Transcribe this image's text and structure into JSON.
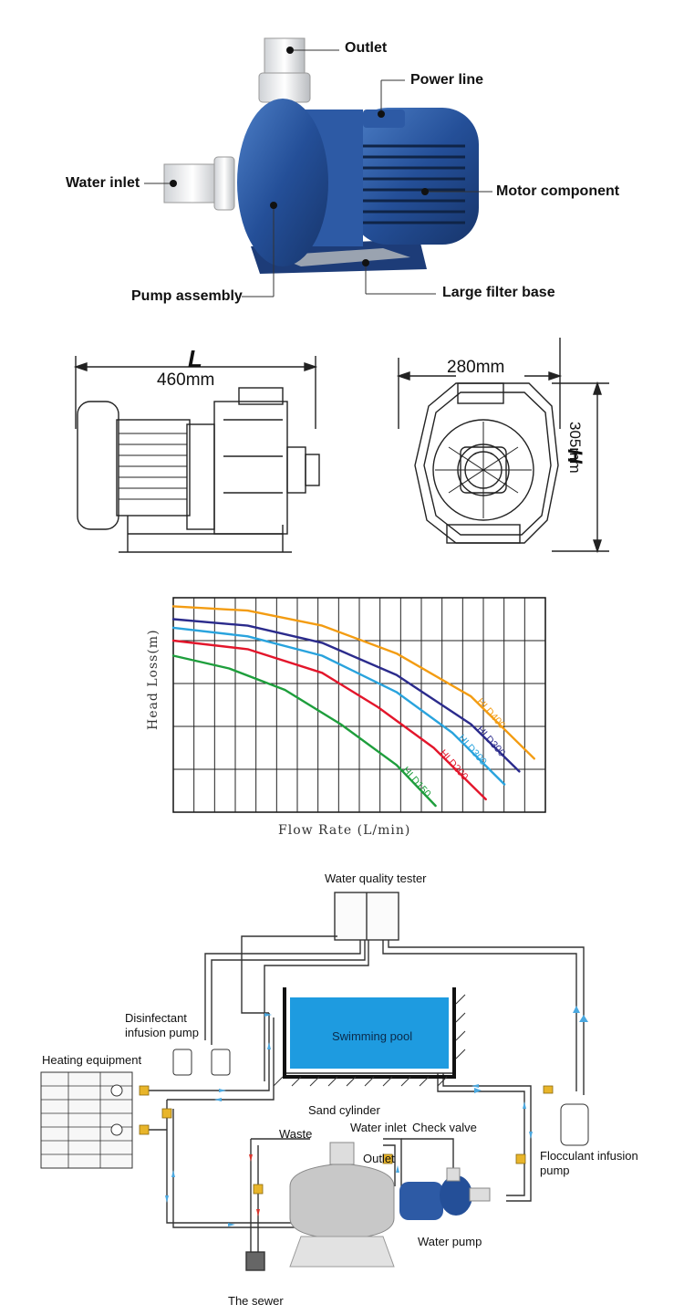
{
  "pump_photo": {
    "labels": {
      "outlet": "Outlet",
      "power_line": "Power line",
      "water_inlet": "Water inlet",
      "motor_component": "Motor component",
      "pump_assembly": "Pump assembly",
      "large_filter_base": "Large filter base"
    }
  },
  "dimensions": {
    "length_symbol": "L",
    "length_value": "460mm",
    "width_value": "280mm",
    "height_symbol": "H",
    "height_value": "305mm"
  },
  "chart_data": {
    "type": "line",
    "xlabel": "Flow Rate (L/min)",
    "ylabel": "Head Loss(m)",
    "grid": true,
    "xlim": [
      0,
      20
    ],
    "ylim": [
      0,
      10
    ],
    "series": [
      {
        "name": "HLD400",
        "color": "#f39c12",
        "x": [
          0,
          4,
          8,
          12,
          16,
          19.4
        ],
        "y": [
          9.6,
          9.4,
          8.7,
          7.4,
          5.4,
          2.5
        ]
      },
      {
        "name": "HLD300",
        "color": "#2b2b8c",
        "x": [
          0,
          4,
          8,
          12,
          16,
          18.6
        ],
        "y": [
          9.0,
          8.7,
          7.9,
          6.4,
          4.1,
          1.9
        ]
      },
      {
        "name": "HLD300",
        "color": "#29a3dd",
        "x": [
          0,
          4,
          8,
          12,
          15,
          17.8
        ],
        "y": [
          8.6,
          8.2,
          7.3,
          5.6,
          3.7,
          1.3
        ]
      },
      {
        "name": "HLD200",
        "color": "#e3162b",
        "x": [
          0,
          4,
          8,
          11,
          14,
          16.8
        ],
        "y": [
          8.0,
          7.6,
          6.5,
          4.9,
          3.0,
          0.6
        ]
      },
      {
        "name": "HLD150",
        "color": "#1e9e3c",
        "x": [
          0,
          3,
          6,
          9,
          12,
          14.1
        ],
        "y": [
          7.3,
          6.7,
          5.7,
          4.1,
          2.2,
          0.3
        ]
      }
    ]
  },
  "flow_diagram": {
    "labels": {
      "water_quality_tester": "Water quality tester",
      "disinfectant": "Disinfectant",
      "infusion_pump": "infusion pump",
      "swimming_pool": "Swimming pool",
      "heating_equipment": "Heating equipment",
      "sand_cylinder": "Sand cylinder",
      "waste": "Waste",
      "water_inlet": "Water inlet",
      "check_valve": "Check valve",
      "outlet": "Outlet",
      "flocculant_line1": "Flocculant infusion",
      "flocculant_line2": "pump",
      "water_pump": "Water pump",
      "the_sewer": "The sewer"
    },
    "colors": {
      "pool": "#1e9be0",
      "pipe": "#333333",
      "flow_arrow": "#4aa8e0",
      "waste_arrow": "#d9342b",
      "valve": "#e8b52a"
    }
  }
}
